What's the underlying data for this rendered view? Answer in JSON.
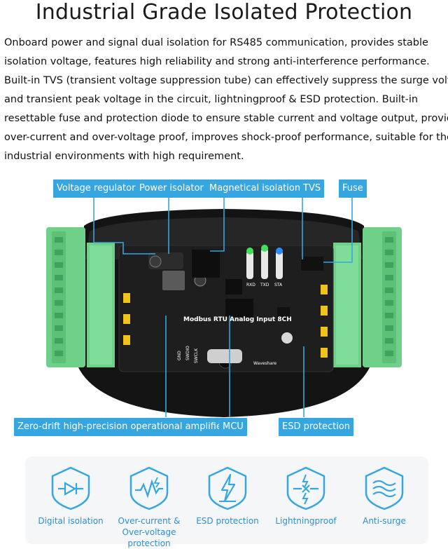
{
  "title": "Industrial Grade Isolated Protection",
  "description_lines": [
    "Onboard power and signal dual isolation for RS485 communication, provides stable",
    "isolation voltage, features high reliability and strong anti-interference performance.",
    "Built-in TVS (transient voltage suppression tube) can effectively suppress the surge voltage",
    "and transient peak voltage in the circuit, lightningproof & ESD protection. Built-in",
    "resettable fuse and protection diode to ensure stable current and voltage output, provides",
    "over-current and over-voltage proof, improves shock-proof performance, suitable for the",
    "industrial environments with high requirement."
  ],
  "callouts_top": [
    "Voltage regulator",
    "Power isolator",
    "Magnetical isolation",
    "TVS",
    "Fuse"
  ],
  "callouts_bottom": [
    "Zero-drift high-precision operational amplifier",
    "MCU",
    "ESD protection"
  ],
  "board": {
    "name": "Modbus RTU Analog Input 8CH",
    "brand": "Waveshare",
    "led_labels": [
      "RXD",
      "TXD",
      "STA"
    ],
    "pin_labels": [
      "GND",
      "SWDIO",
      "SWCLK"
    ]
  },
  "features": [
    {
      "label": "Digital isolation",
      "icon": "digital-isolation-icon"
    },
    {
      "label": "Over-current & Over-voltage protection",
      "icon": "over-current-icon"
    },
    {
      "label": "ESD protection",
      "icon": "esd-icon"
    },
    {
      "label": "Lightningproof",
      "icon": "lightningproof-icon"
    },
    {
      "label": "Anti-surge",
      "icon": "anti-surge-icon"
    }
  ],
  "colors": {
    "accent": "#36a6e0",
    "terminal": "#6fd08a",
    "board": "#1e1e1e"
  }
}
